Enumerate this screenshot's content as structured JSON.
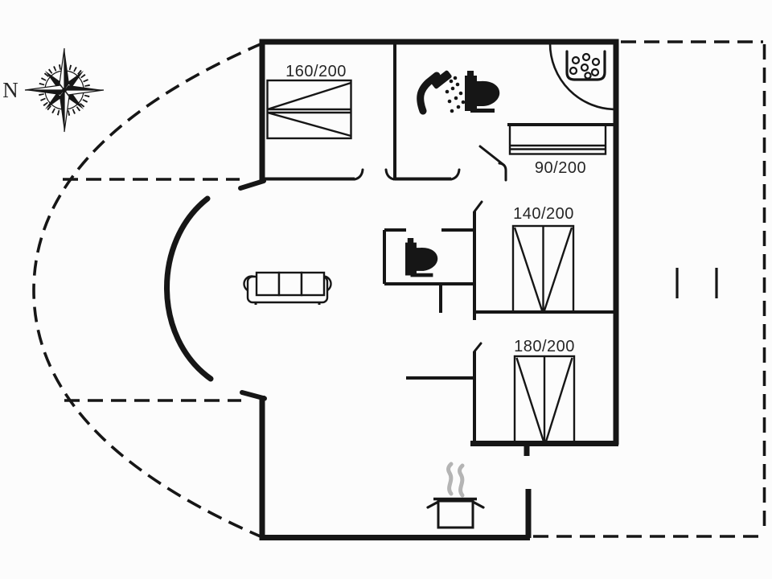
{
  "diagram": {
    "type_label": "holiday-home-floor-plan",
    "compass": {
      "north_label": "N"
    },
    "bed_labels": {
      "bed_160": "160/200",
      "bed_90": "90/200",
      "bed_140": "140/200",
      "bed_180": "180/200"
    },
    "icons": {
      "compass_rose": "compass-rose",
      "shower": "shower-head-with-spray",
      "toilet_bathroom": "toilet",
      "toilet_wc": "toilet",
      "whirlpool": "corner-basin-with-bubbles",
      "sofa": "three-seat-sofa",
      "cooking_pot": "steaming-pot",
      "entrance_door": "door-swing-arc",
      "terrace_boundary": "dashed-outline"
    },
    "colors": {
      "line": "#161616",
      "steam": "#b4b4b4",
      "background": "#fcfcfc"
    }
  }
}
